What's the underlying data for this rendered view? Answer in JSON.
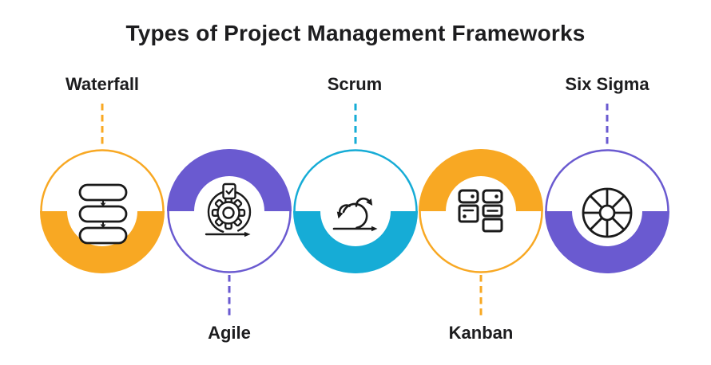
{
  "title": "Types of Project Management Frameworks",
  "colors": {
    "yellow": "#F8A823",
    "purple": "#6A5AD0",
    "cyan": "#16ACD6",
    "ink": "#1A1A1A",
    "text": "#1D1D1F",
    "background": "#FFFFFF"
  },
  "frameworks": [
    {
      "label": "Waterfall",
      "color": "#F8A823",
      "label_position": "top",
      "band_position": "bottom",
      "icon": "waterfall-stacked-phases-icon"
    },
    {
      "label": "Agile",
      "color": "#6A5AD0",
      "label_position": "bottom",
      "band_position": "top",
      "icon": "agile-sprint-gear-icon"
    },
    {
      "label": "Scrum",
      "color": "#16ACD6",
      "label_position": "top",
      "band_position": "bottom",
      "icon": "scrum-sprint-loop-icon"
    },
    {
      "label": "Kanban",
      "color": "#F8A823",
      "label_position": "bottom",
      "band_position": "top",
      "icon": "kanban-board-icon"
    },
    {
      "label": "Six Sigma",
      "color": "#6A5AD0",
      "label_position": "top",
      "band_position": "bottom",
      "icon": "six-sigma-wheel-icon"
    }
  ]
}
